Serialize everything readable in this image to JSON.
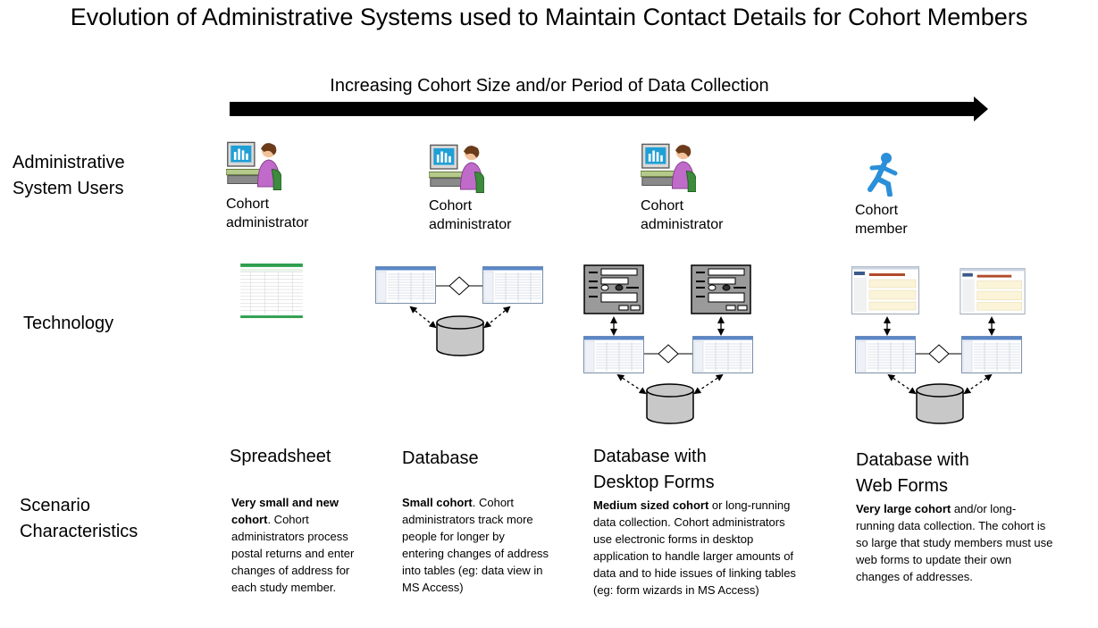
{
  "title": "Evolution of Administrative Systems used to Maintain Contact Details for Cohort Members",
  "arrow_label": "Increasing Cohort Size and/or Period of Data Collection",
  "row_labels": {
    "users_line1": "Administrative",
    "users_line2": "System Users",
    "technology": "Technology",
    "scenario_line1": "Scenario",
    "scenario_line2": "Characteristics"
  },
  "columns": [
    {
      "user_line1": "Cohort",
      "user_line2": "administrator",
      "title_line1": "Spreadsheet",
      "title_line2": "",
      "desc_bold": "Very small and new cohort",
      "desc_rest": ".  Cohort administrators process postal returns and enter changes of address for each study member."
    },
    {
      "user_line1": "Cohort",
      "user_line2": "administrator",
      "title_line1": "Database",
      "title_line2": "",
      "desc_bold": "Small cohort",
      "desc_rest": ".  Cohort administrators track more people for longer by entering changes of address into tables (eg: data view in MS Access)"
    },
    {
      "user_line1": "Cohort",
      "user_line2": "administrator",
      "title_line1": "Database with",
      "title_line2": "Desktop Forms",
      "desc_bold": "Medium sized cohort",
      "desc_rest": " or long-running data collection.  Cohort administrators use electronic forms in desktop application to handle larger amounts of data and to hide issues of linking tables  (eg: form wizards  in MS Access)"
    },
    {
      "user_line1": "Cohort",
      "user_line2": "member",
      "title_line1": "Database with",
      "title_line2": "Web Forms",
      "desc_bold": "Very large cohort",
      "desc_rest": " and/or long-running data collection.  The cohort is so large that study members must use web forms to update their own changes of addresses."
    }
  ],
  "colors": {
    "arrow": "#000000",
    "cylinder": "#c8c8c8",
    "form_panel": "#9a9a9a",
    "window_title": "#5b87c7",
    "spreadsheet_green": "#2e9e4f"
  },
  "icons": [
    "computer-user-icon",
    "running-person-icon",
    "spreadsheet-icon",
    "table-window-icon",
    "database-cylinder-icon",
    "form-panel-icon",
    "web-page-icon",
    "relationship-diamond-icon"
  ]
}
